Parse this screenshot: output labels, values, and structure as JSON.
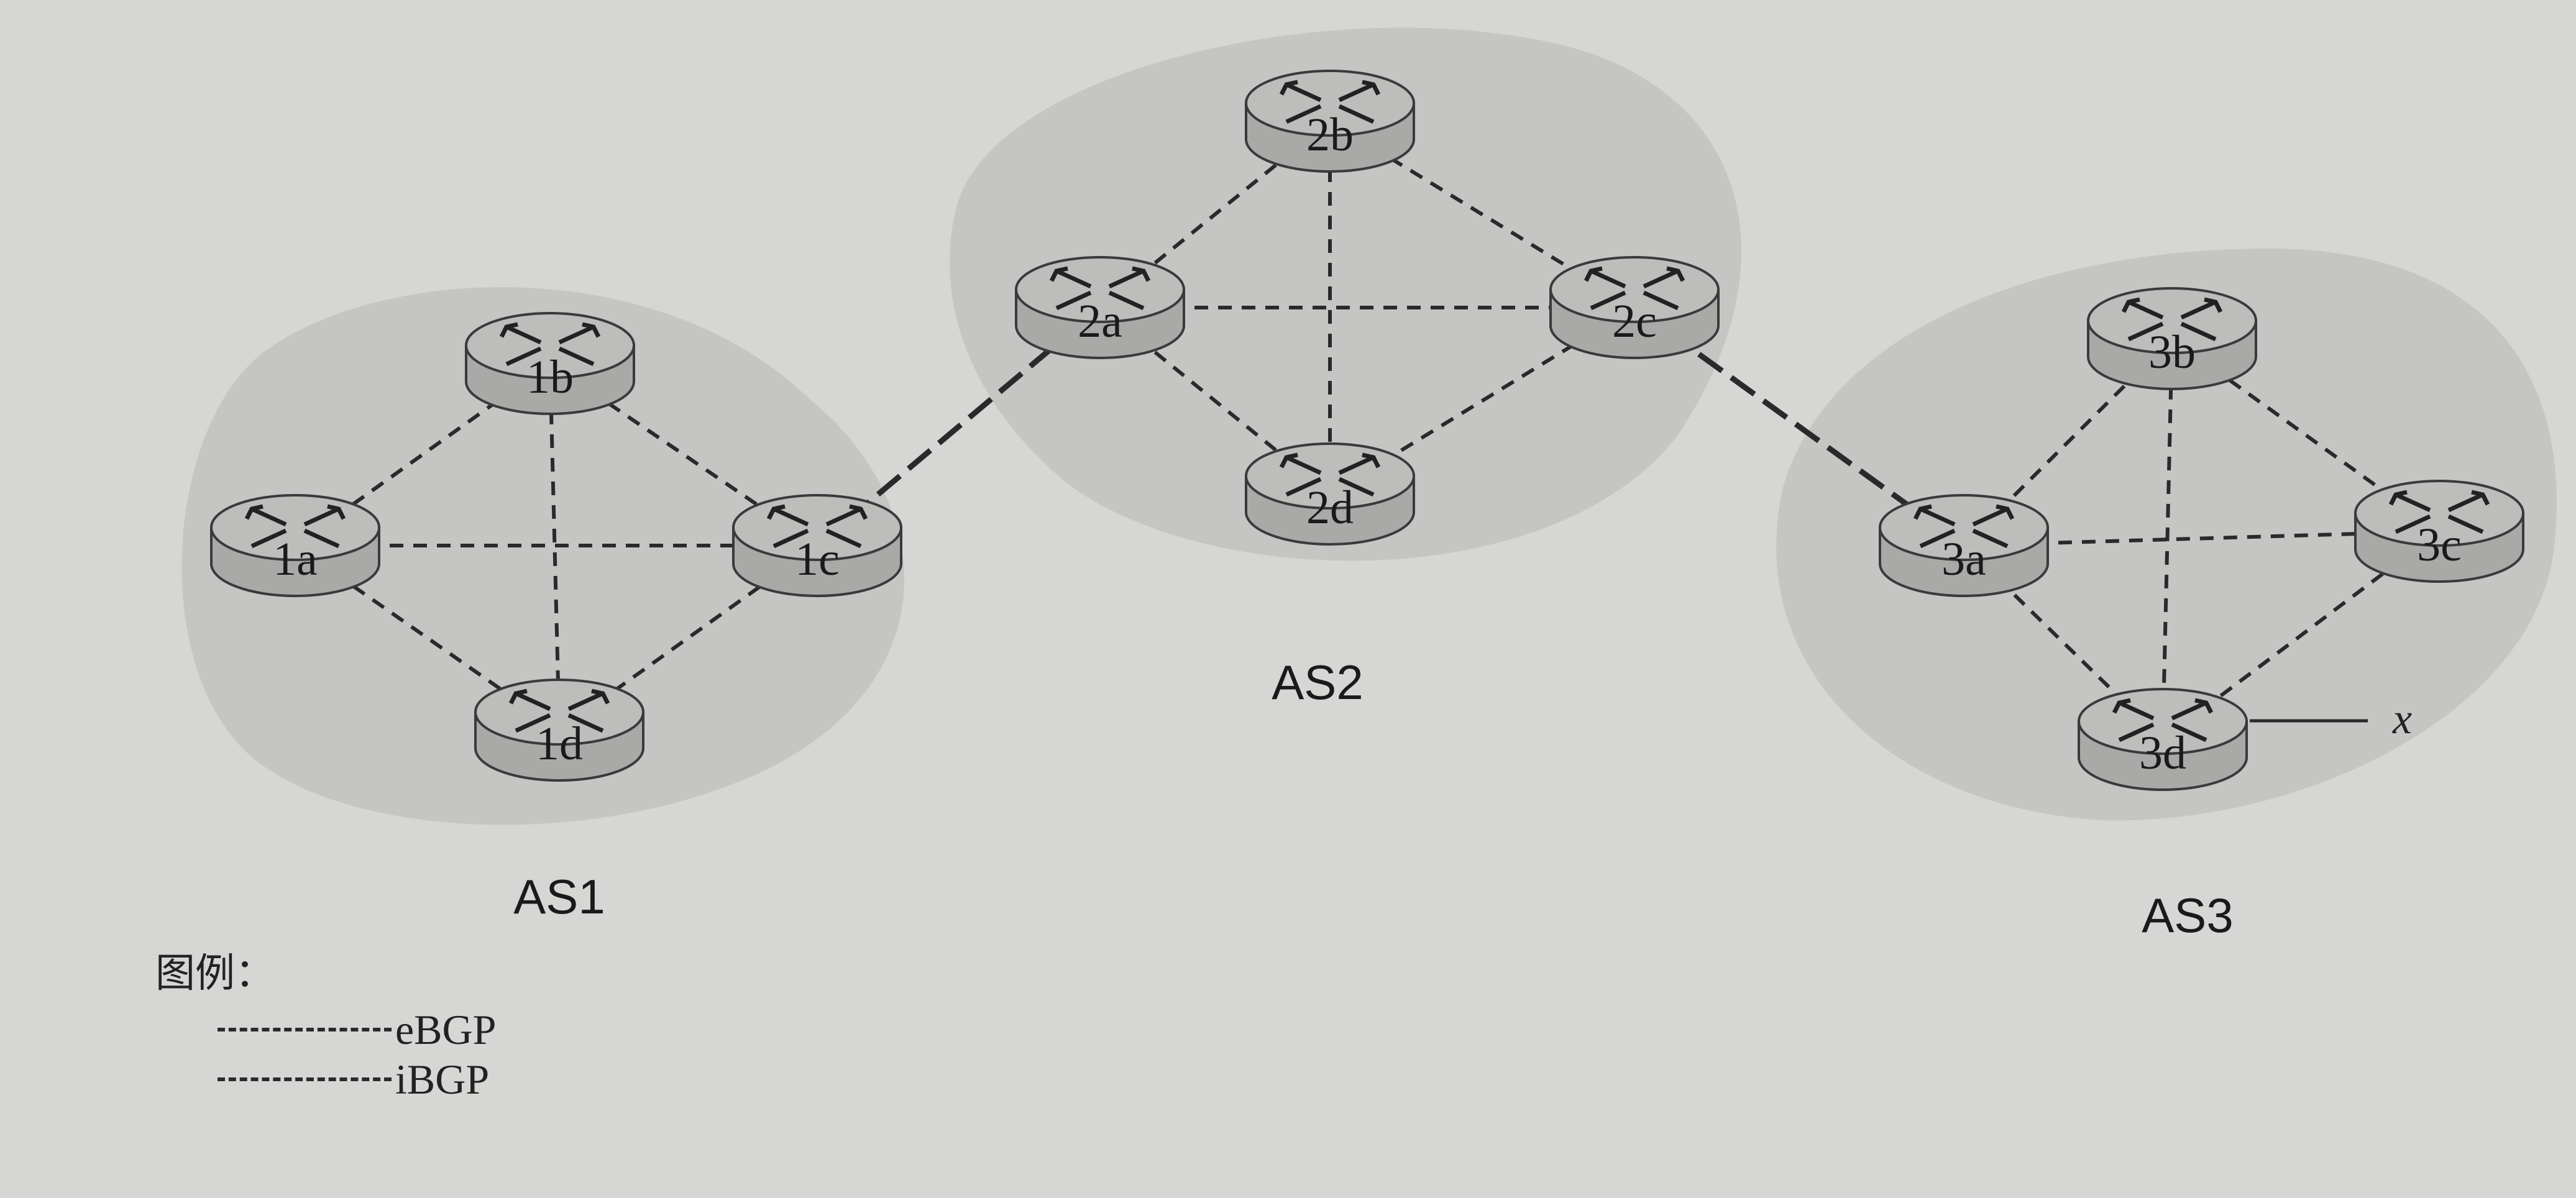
{
  "colors": {
    "page_bg": "#d6d6d4",
    "as_region": "#c2c2c0",
    "router_fill": "#a9a9a7",
    "router_top": "#bdbdbb",
    "line": "#2a2a2a"
  },
  "autonomous_systems": [
    {
      "id": "AS1",
      "label": "AS1"
    },
    {
      "id": "AS2",
      "label": "AS2"
    },
    {
      "id": "AS3",
      "label": "AS3"
    }
  ],
  "routers": [
    {
      "id": "1a",
      "label": "1a",
      "as": "AS1"
    },
    {
      "id": "1b",
      "label": "1b",
      "as": "AS1"
    },
    {
      "id": "1c",
      "label": "1c",
      "as": "AS1"
    },
    {
      "id": "1d",
      "label": "1d",
      "as": "AS1"
    },
    {
      "id": "2a",
      "label": "2a",
      "as": "AS2"
    },
    {
      "id": "2b",
      "label": "2b",
      "as": "AS2"
    },
    {
      "id": "2c",
      "label": "2c",
      "as": "AS2"
    },
    {
      "id": "2d",
      "label": "2d",
      "as": "AS2"
    },
    {
      "id": "3a",
      "label": "3a",
      "as": "AS3"
    },
    {
      "id": "3b",
      "label": "3b",
      "as": "AS3"
    },
    {
      "id": "3c",
      "label": "3c",
      "as": "AS3"
    },
    {
      "id": "3d",
      "label": "3d",
      "as": "AS3"
    }
  ],
  "links": [
    {
      "from": "1a",
      "to": "1b",
      "type": "iBGP"
    },
    {
      "from": "1a",
      "to": "1c",
      "type": "iBGP"
    },
    {
      "from": "1a",
      "to": "1d",
      "type": "iBGP"
    },
    {
      "from": "1b",
      "to": "1c",
      "type": "iBGP"
    },
    {
      "from": "1b",
      "to": "1d",
      "type": "iBGP"
    },
    {
      "from": "1c",
      "to": "1d",
      "type": "iBGP"
    },
    {
      "from": "2a",
      "to": "2b",
      "type": "iBGP"
    },
    {
      "from": "2a",
      "to": "2c",
      "type": "iBGP"
    },
    {
      "from": "2a",
      "to": "2d",
      "type": "iBGP"
    },
    {
      "from": "2b",
      "to": "2c",
      "type": "iBGP"
    },
    {
      "from": "2b",
      "to": "2d",
      "type": "iBGP"
    },
    {
      "from": "2c",
      "to": "2d",
      "type": "iBGP"
    },
    {
      "from": "3a",
      "to": "3b",
      "type": "iBGP"
    },
    {
      "from": "3a",
      "to": "3c",
      "type": "iBGP"
    },
    {
      "from": "3a",
      "to": "3d",
      "type": "iBGP"
    },
    {
      "from": "3b",
      "to": "3c",
      "type": "iBGP"
    },
    {
      "from": "3b",
      "to": "3d",
      "type": "iBGP"
    },
    {
      "from": "3c",
      "to": "3d",
      "type": "iBGP"
    },
    {
      "from": "1c",
      "to": "2a",
      "type": "eBGP"
    },
    {
      "from": "2c",
      "to": "3a",
      "type": "eBGP"
    }
  ],
  "external": {
    "router": "3d",
    "label": "x"
  },
  "legend": {
    "title": "图例：",
    "items": [
      {
        "label": "eBGP"
      },
      {
        "label": "iBGP"
      }
    ]
  }
}
